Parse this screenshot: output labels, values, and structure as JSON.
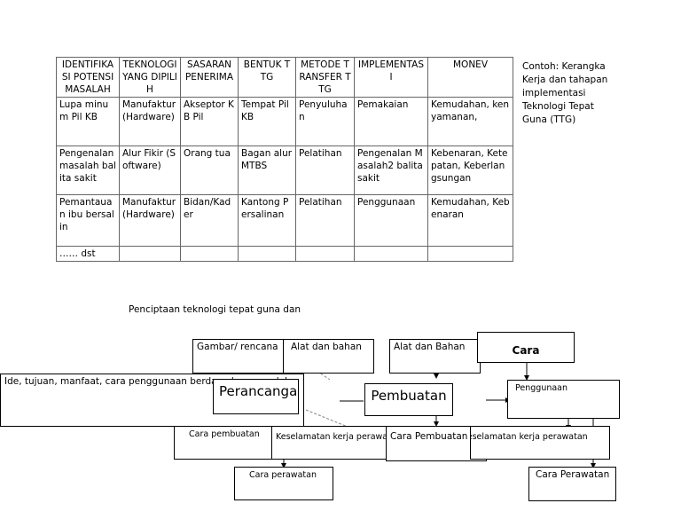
{
  "table": {
    "headers": [
      "IDENTIFIKASI POTENSI MASALAH",
      "TEKNOLOGI YANG DIPILIH",
      "SASARAN PENERIMA",
      "BENTUK TTG",
      "METODE TRANSFER TTG",
      "IMPLEMENTASI",
      "MONEV"
    ],
    "rows": [
      [
        "Lupa minum Pil KB",
        "Manufaktur (Hardware)",
        "Akseptor KB Pil",
        "Tempat Pil KB",
        "Penyuluhan",
        "Pemakaian",
        "Kemudahan, kenyamanan,"
      ],
      [
        "Pengenalan masalah balita sakit",
        "Alur Fikir (Software)",
        "Orang tua",
        "Bagan alur MTBS",
        "Pelatihan",
        "Pengenalan Masalah2 balita sakit",
        "Kebenaran, Ketepatan, Keberlangsungan"
      ],
      [
        "Pemantauan ibu bersalin",
        "Manufaktur (Hardware)",
        "Bidan/Kader",
        "Kantong Persalinan",
        "Pelatihan",
        "Penggunaan",
        "Kemudahan, Kebenaran"
      ],
      [
        "…… dst",
        "",
        "",
        "",
        "",
        "",
        ""
      ]
    ]
  },
  "note": "Contoh: Kerangka Kerja dan tahapan implementasi Teknologi Tepat Guna (TTG)",
  "diagram": {
    "subtitle": "Penciptaan teknologi tepat guna dan",
    "gambar": "Gambar/ rencana",
    "alat1": "Alat dan bahan",
    "alat2": "Alat dan Bahan",
    "cara": "Cara",
    "ide": "Ide, tujuan, manfaat, cara penggunaan berdasarkan masalah",
    "perancangan": "Perancangan",
    "pembuatan": "Pembuatan",
    "penggunaan": "Penggunaan",
    "cara_pembuatan1": "Cara pembuatan",
    "keselamatan1": "Keselamatan kerja perawatan",
    "cara_pembuatan2": "Cara Pembuatan",
    "keselamatan2": "Keselamatan kerja perawatan",
    "cara_perawatan1": "Cara perawatan",
    "cara_perawatan2": "Cara Perawatan"
  }
}
